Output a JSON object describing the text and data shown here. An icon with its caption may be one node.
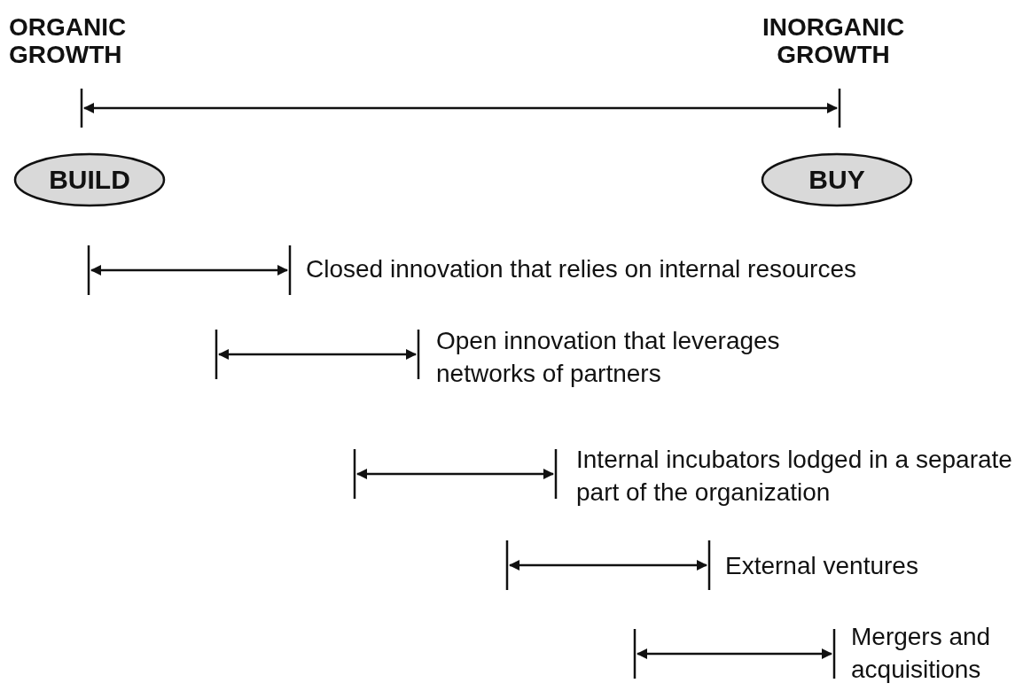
{
  "diagram": {
    "nodes": [
      {
        "text": [
          "BUILD"
        ]
      },
      {
        "text": [
          "BUY"
        ]
      }
    ],
    "labels": [
      "ORGANIC GROWTH",
      "INORGANIC GROWTH",
      "Closed innovation that relies on internal resources",
      "Open innovation that leverages networks of partners",
      "Internal incubators lodged in a separate part of the organization",
      "External ventures",
      "Mergers and acquisitions"
    ]
  }
}
